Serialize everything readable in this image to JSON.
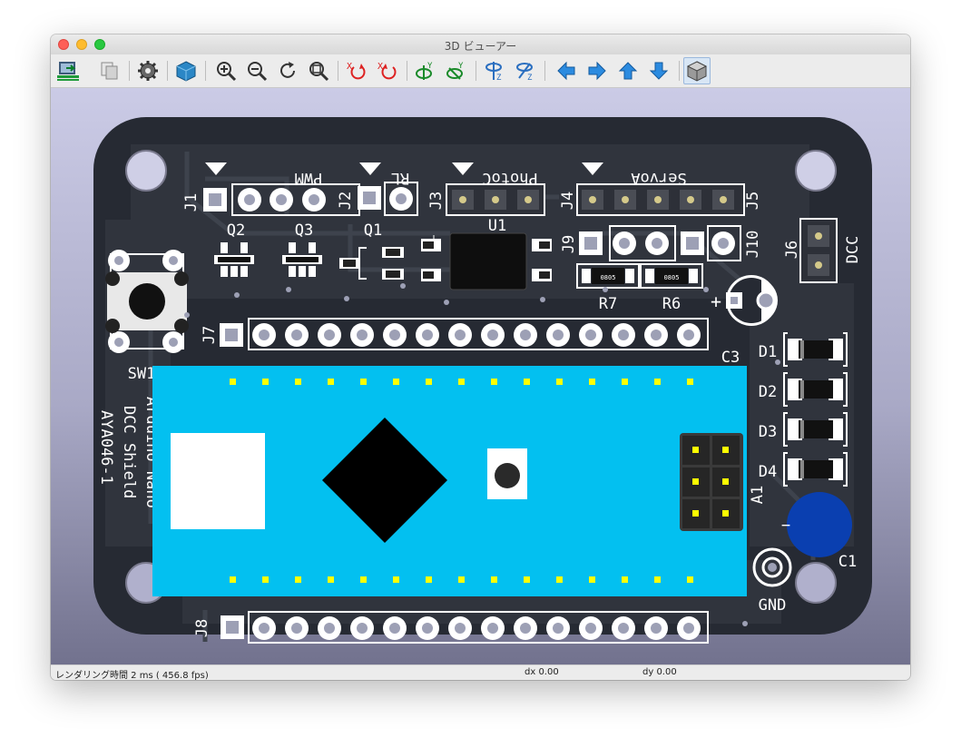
{
  "window": {
    "title": "3D ビューアー"
  },
  "toolbar": {
    "buttons": [
      {
        "name": "reload-board-button",
        "icon": "reload-board-icon"
      },
      {
        "name": "copy-3d-image-button",
        "icon": "copy-icon"
      },
      {
        "name": "3d-settings-button",
        "icon": "gear-icon"
      },
      {
        "name": "raytracing-button",
        "icon": "cube-render-icon"
      },
      {
        "name": "zoom-in-button",
        "icon": "zoom-in-icon"
      },
      {
        "name": "zoom-out-button",
        "icon": "zoom-out-icon"
      },
      {
        "name": "redraw-button",
        "icon": "redraw-icon"
      },
      {
        "name": "zoom-fit-button",
        "icon": "zoom-fit-icon"
      },
      {
        "name": "rotate-x-cw-button",
        "icon": "rotate-x-cw-icon"
      },
      {
        "name": "rotate-x-ccw-button",
        "icon": "rotate-x-ccw-icon"
      },
      {
        "name": "rotate-y-cw-button",
        "icon": "rotate-y-cw-icon"
      },
      {
        "name": "rotate-y-ccw-button",
        "icon": "rotate-y-ccw-icon"
      },
      {
        "name": "rotate-z-cw-button",
        "icon": "rotate-z-cw-icon"
      },
      {
        "name": "rotate-z-ccw-button",
        "icon": "rotate-z-ccw-icon"
      },
      {
        "name": "pan-left-button",
        "icon": "arrow-left-icon"
      },
      {
        "name": "pan-right-button",
        "icon": "arrow-right-icon"
      },
      {
        "name": "pan-up-button",
        "icon": "arrow-up-icon"
      },
      {
        "name": "pan-down-button",
        "icon": "arrow-down-icon"
      },
      {
        "name": "toggle-ortho-button",
        "icon": "ortho-cube-icon"
      }
    ]
  },
  "board": {
    "labels": {
      "j1": "J1",
      "j2": "J2",
      "j3": "J3",
      "j4": "J4",
      "j5": "J5",
      "j6": "J6",
      "j7": "J7",
      "j8": "J8",
      "j9": "J9",
      "j10": "J10",
      "pwm": "PWM",
      "rl": "RL",
      "photoc": "PhotoC",
      "servoa": "ServoA",
      "dcc": "DCC",
      "q1": "Q1",
      "q2": "Q2",
      "q3": "Q3",
      "u1": "U1",
      "r6": "R6",
      "r7": "R7",
      "c1": "C1",
      "c3": "C3",
      "d1": "D1",
      "d2": "D2",
      "d3": "D3",
      "d4": "D4",
      "a1": "A1",
      "sw1": "SW1",
      "gnd": "GND",
      "plus": "+",
      "minus": "−",
      "r0805": "0805",
      "silk1": "Arduino Nano",
      "silk2": "DCC Shield",
      "silk3": "AYA046-1"
    }
  },
  "status": {
    "render_time": "レンダリング時間 2 ms ( 456.8 fps)",
    "dx": "dx 0.00",
    "dy": "dy 0.00"
  },
  "colors": {
    "pcb": "#262a33",
    "copper": "#3a3e46",
    "silk": "#ffffff",
    "nano": "#03c0f0",
    "pad": "#ffff00",
    "background_top": "#cbcbe6",
    "background_bottom": "#72728e",
    "cap_c1": "#0a3fb0"
  }
}
